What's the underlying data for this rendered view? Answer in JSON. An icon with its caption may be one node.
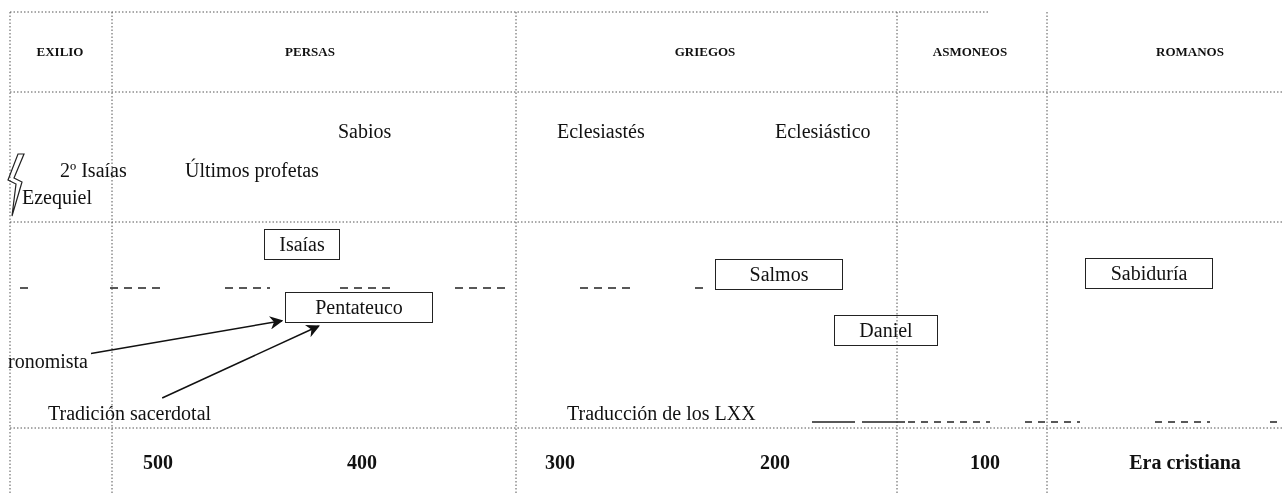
{
  "diagram": {
    "nodes": [
      {
        "text": [
          "Isaías"
        ]
      },
      {
        "text": [
          "Salmos"
        ]
      },
      {
        "text": [
          "Sabiduría"
        ]
      },
      {
        "text": [
          "Pentateuco"
        ]
      },
      {
        "text": [
          "Daniel"
        ]
      },
      {
        "text": [
          "ronomista"
        ]
      },
      {
        "text": [
          "Tradición sacerdotal"
        ]
      }
    ],
    "edges": [
      {
        "from": 5,
        "to": 3,
        "arrow": "to"
      },
      {
        "from": 6,
        "to": 3,
        "arrow": "to"
      }
    ],
    "labels": [
      "EXILIO",
      "PERSAS",
      "GRIEGOS",
      "ASMONEOS",
      "ROMANOS",
      "Sabios",
      "Eclesiastés",
      "Eclesiástico",
      "2º Isaías",
      "Últimos profetas",
      "Ezequiel",
      "Traducción de los LXX",
      "500",
      "400",
      "300",
      "200",
      "100",
      "Era cristiana"
    ]
  }
}
